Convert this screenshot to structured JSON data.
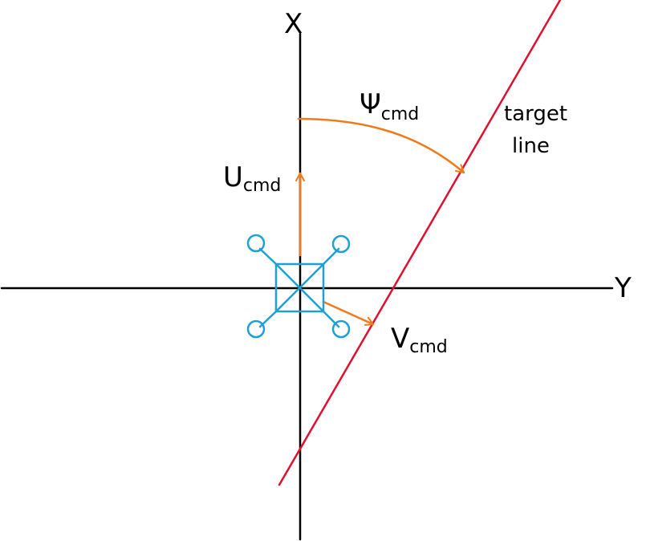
{
  "axes": {
    "x_label": "X",
    "y_label": "Y"
  },
  "labels": {
    "psi": {
      "symbol": "Ψ",
      "subscript": "cmd"
    },
    "u": {
      "symbol": "U",
      "subscript": "cmd"
    },
    "v": {
      "symbol": "V",
      "subscript": "cmd"
    },
    "target_line_1": "target",
    "target_line_2": "line"
  },
  "colors": {
    "axis": "#000000",
    "drone": "#1fa0d0",
    "command": "#f07a1a",
    "target": "#e01030"
  },
  "icons": {
    "drone": "quadrotor-icon"
  }
}
